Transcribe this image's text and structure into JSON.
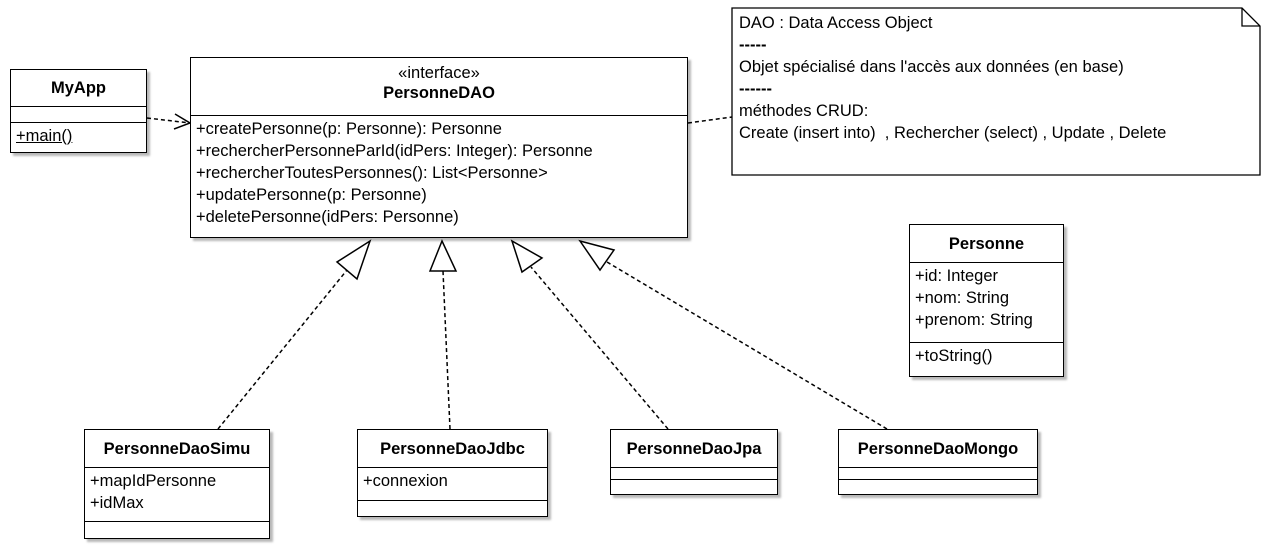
{
  "note": {
    "lines": [
      "DAO : Data Access Object",
      "-----",
      "Objet spécialisé dans l'accès aux données (en base)",
      "------",
      "méthodes CRUD:",
      "Create (insert into)  , Rechercher (select) , Update , Delete"
    ]
  },
  "myapp": {
    "name": "MyApp",
    "operations": [
      "+main()"
    ]
  },
  "personne_dao": {
    "stereotype": "«interface»",
    "name": "PersonneDAO",
    "operations": [
      "+createPersonne(p: Personne): Personne",
      "+rechercherPersonneParId(idPers: Integer): Personne",
      "+rechercherToutesPersonnes(): List<Personne>",
      "+updatePersonne(p: Personne)",
      "+deletePersonne(idPers: Personne)"
    ]
  },
  "personne": {
    "name": "Personne",
    "attributes": [
      "+id: Integer",
      "+nom: String",
      "+prenom: String"
    ],
    "operations": [
      "+toString()"
    ]
  },
  "dao_simu": {
    "name": "PersonneDaoSimu",
    "attributes": [
      "+mapIdPersonne",
      "+idMax"
    ]
  },
  "dao_jdbc": {
    "name": "PersonneDaoJdbc",
    "attributes": [
      "+connexion"
    ]
  },
  "dao_jpa": {
    "name": "PersonneDaoJpa"
  },
  "dao_mongo": {
    "name": "PersonneDaoMongo"
  }
}
